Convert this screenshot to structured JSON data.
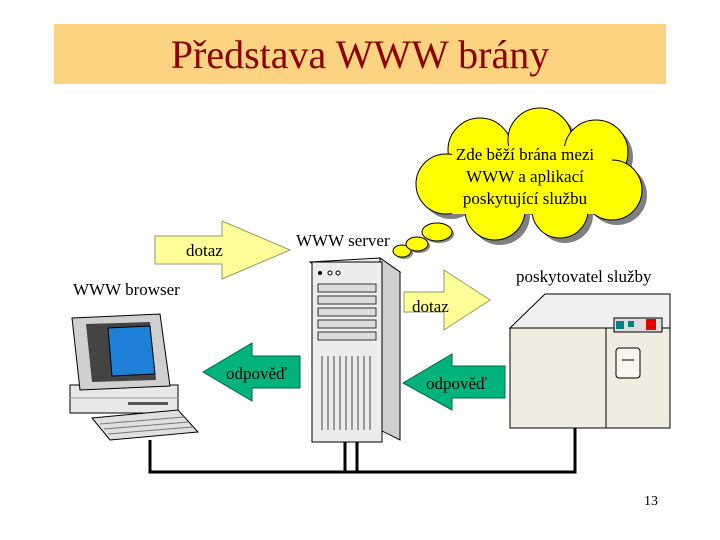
{
  "slide": {
    "title": "Představa WWW brány",
    "page_number": "13"
  },
  "labels": {
    "browser": "WWW browser",
    "server": "WWW server",
    "provider": "poskytovatel služby",
    "request_left": "dotaz",
    "response_left": "odpověď",
    "request_right": "dotaz",
    "response_right": "odpověď"
  },
  "cloud": {
    "line1": "Zde běží brána mezi",
    "line2": "WWW a aplikací",
    "line3": "poskytující službu"
  },
  "colors": {
    "title_bg": "#fcd381",
    "title_text": "#8b0000",
    "request_arrow": "#ffff99",
    "response_arrow": "#00b27c",
    "cloud_fill": "#ffff00",
    "monitor_screen": "#1e7fd8"
  }
}
